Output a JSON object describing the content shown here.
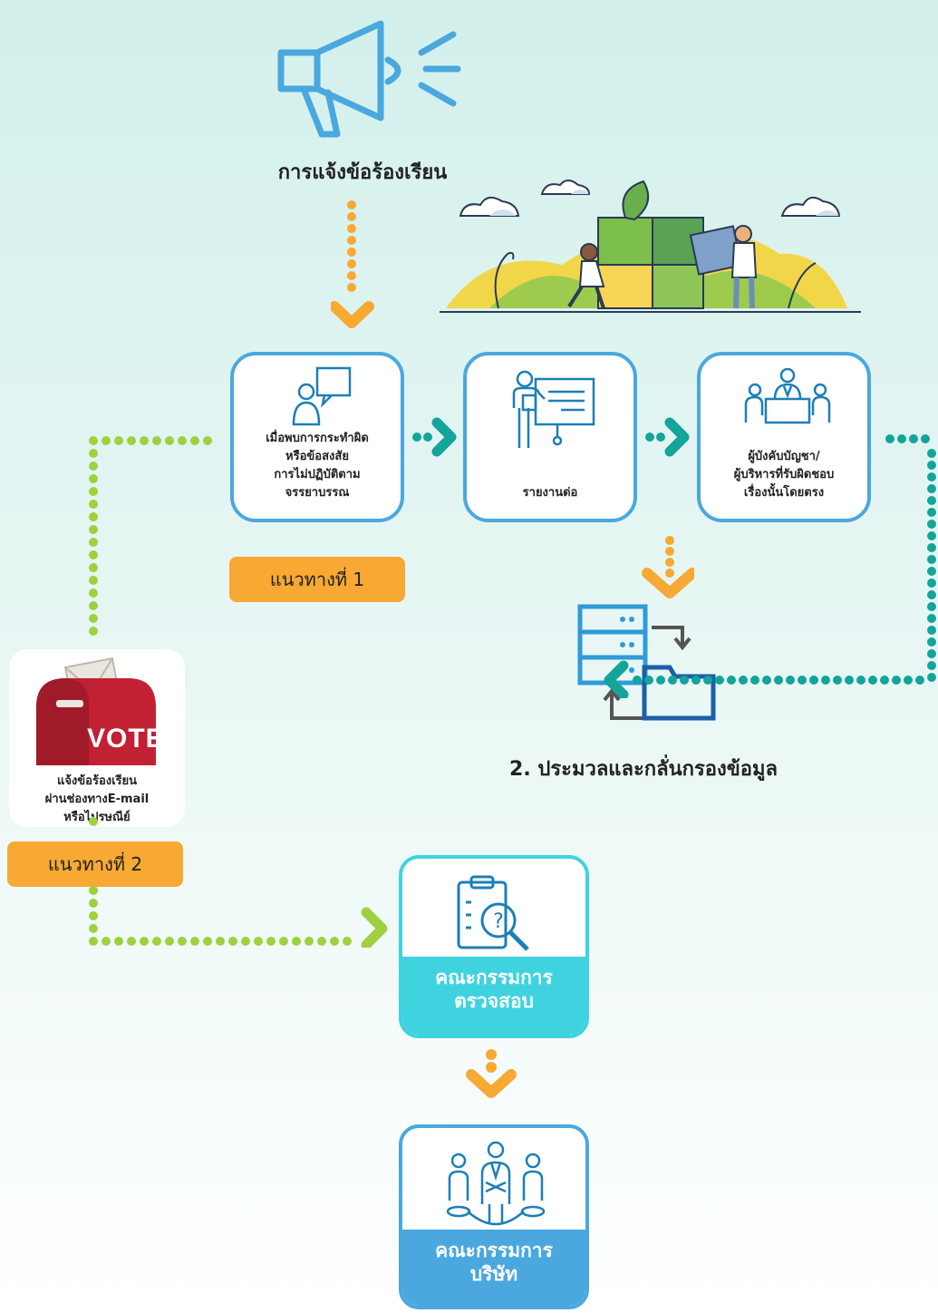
{
  "header": {
    "title": "การแจ้งข้อร้องเรียน"
  },
  "steps": [
    {
      "text": "เมื่อพบการกระทำผิด\nหรือข้อสงสัย\nการไม่ปฏิบัติตาม\nจรรยาบรรณ"
    },
    {
      "text": "รายงานต่อ"
    },
    {
      "text": "ผู้บังคับบัญชา/\nผู้บริหารที่รับผิดชอบ\nเรื่องนั้นโดยตรง"
    }
  ],
  "tags": {
    "route1": "แนวทางที่ 1",
    "route2": "แนวทางที่ 2"
  },
  "process_title": "2. ประมวลและกลั่นกรองข้อมูล",
  "mailbox": {
    "sign": "VOTE",
    "text": "แจ้งข้อร้องเรียน\nผ่านช่องทางE-mail\nหรือไปรษณีย์"
  },
  "boards": {
    "audit": "คณะกรรมการ\nตรวจสอบ",
    "company": "คณะกรรมการ\nบริษัท"
  },
  "colors": {
    "dot_orange": "#f7a934",
    "dot_green": "#9ed13f",
    "dot_teal": "#13a49a",
    "box_border": "#4aa8df",
    "audit_fill": "#3fd3e0",
    "company_fill": "#4aa8df",
    "tag_fill": "#f7a934",
    "mailbox_red": "#c22033"
  }
}
